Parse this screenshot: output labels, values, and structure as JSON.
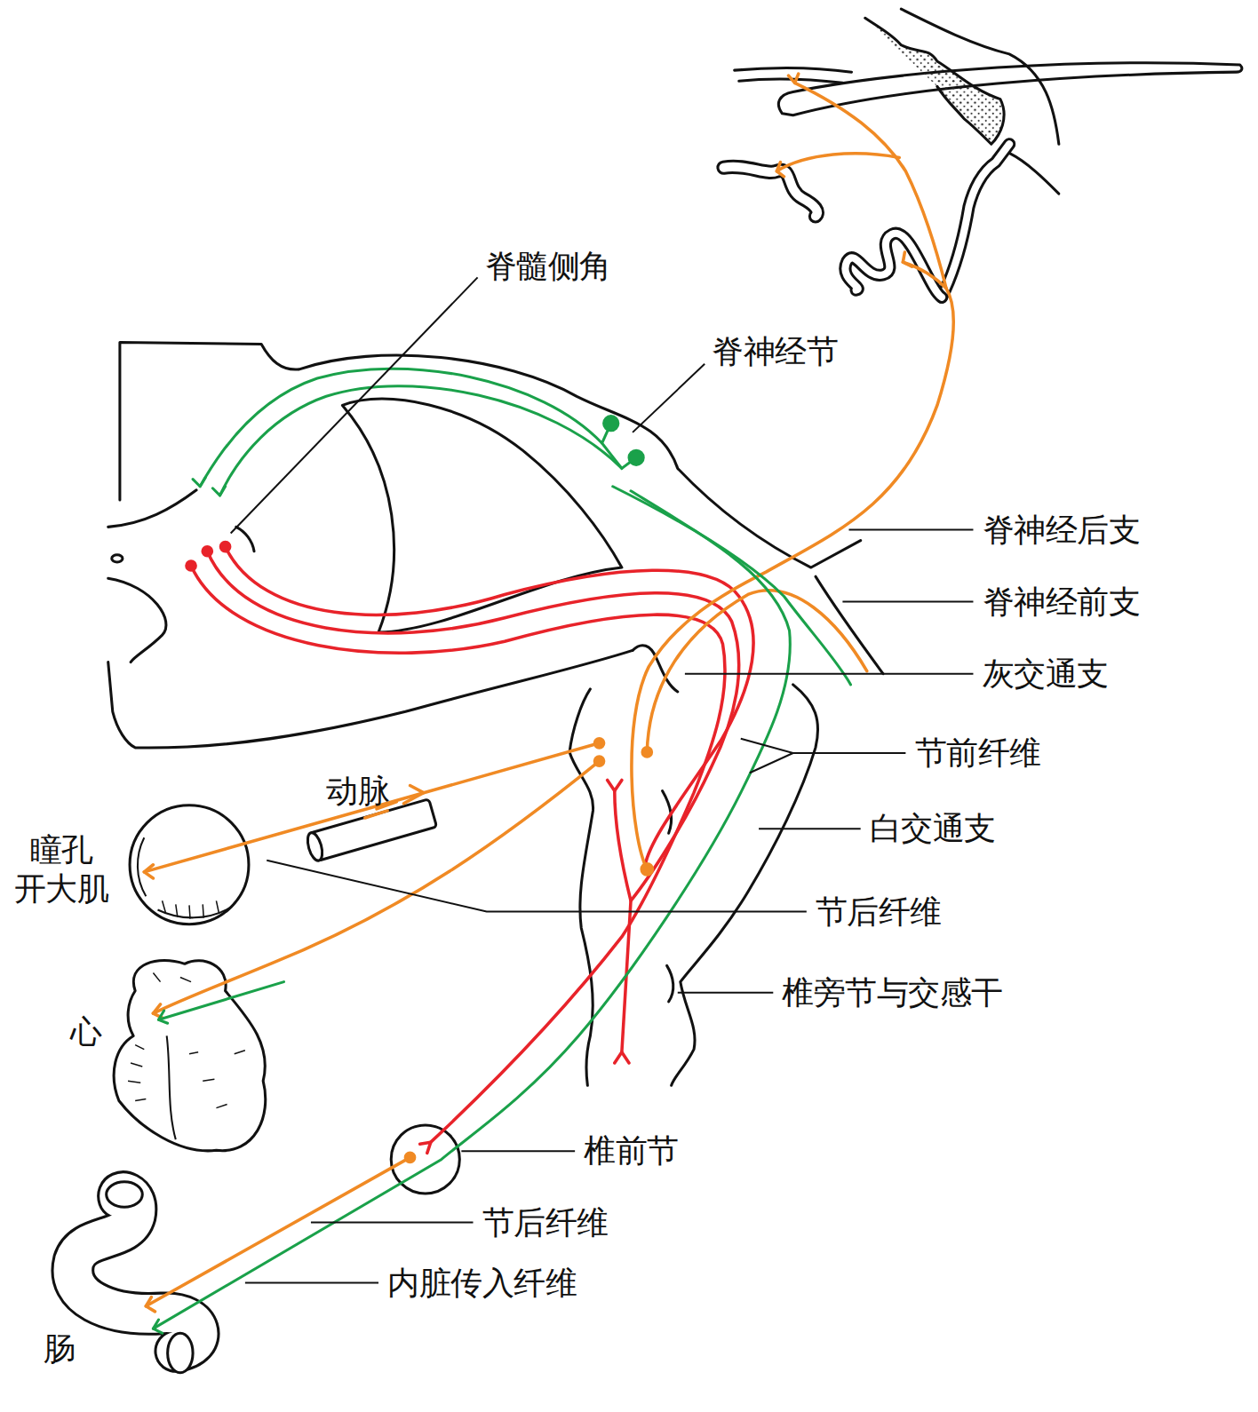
{
  "diagram": {
    "labels": [
      "脊髓侧角",
      "脊神经节",
      "脊神经后支",
      "脊神经前支",
      "灰交通支",
      "节前纤维",
      "动脉",
      "瞳孔 开大肌",
      "白交通支",
      "节后纤维",
      "心",
      "椎旁节与交感干",
      "椎前节",
      "节后纤维",
      "内脏传入纤维",
      "肠"
    ]
  }
}
